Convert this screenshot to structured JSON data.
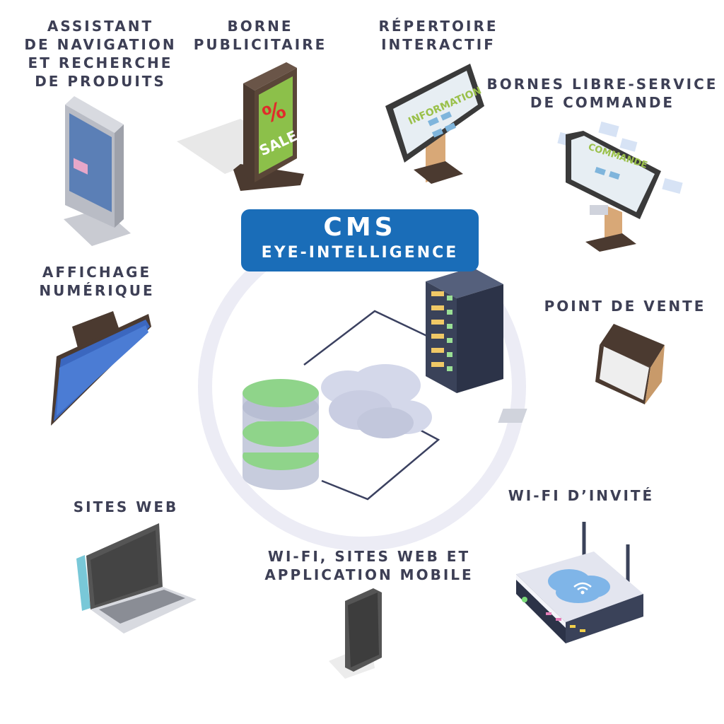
{
  "hub": {
    "title": "CMS",
    "subtitle": "EYE-INTELLIGENCE"
  },
  "nodes": [
    {
      "id": "nav",
      "lines": [
        "ASSISTANT",
        "DE NAVIGATION",
        "ET RECHERCHE",
        "DE PRODUITS"
      ]
    },
    {
      "id": "borne-pub",
      "lines": [
        "BORNE",
        "PUBLICITAIRE"
      ]
    },
    {
      "id": "repertoire",
      "lines": [
        "RÉPERTOIRE",
        "INTERACTIF"
      ]
    },
    {
      "id": "bornes-commande",
      "lines": [
        "BORNES LIBRE-SERVICE",
        "DE COMMANDE"
      ]
    },
    {
      "id": "affichage",
      "lines": [
        "AFFICHAGE",
        "NUMÉRIQUE"
      ]
    },
    {
      "id": "pos",
      "lines": [
        "POINT DE VENTE"
      ]
    },
    {
      "id": "sites",
      "lines": [
        "SITES WEB"
      ]
    },
    {
      "id": "wifi-mobile",
      "lines": [
        "WI-FI, SITES WEB ET",
        "APPLICATION MOBILE"
      ]
    },
    {
      "id": "wifi-guest",
      "lines": [
        "WI-FI D’INVITÉ"
      ]
    }
  ],
  "screen_text": {
    "sale_symbol": "%",
    "sale": "SALE",
    "information": "INFORMATION",
    "commande": "COMMANDE"
  },
  "icons": [
    "kiosk-icon",
    "ad-kiosk-icon",
    "directory-kiosk-icon",
    "order-kiosk-icon",
    "display-screen-icon",
    "pos-terminal-icon",
    "laptop-icon",
    "smartphone-icon",
    "router-icon",
    "database-icon",
    "cloud-icon",
    "server-rack-icon"
  ],
  "colors": {
    "accent": "#1a6db8",
    "label": "#3d3f55",
    "ring": "#ececf5",
    "db_green": "#8fd48a",
    "cloud": "#d4d8ea",
    "server": "#3a4259"
  }
}
